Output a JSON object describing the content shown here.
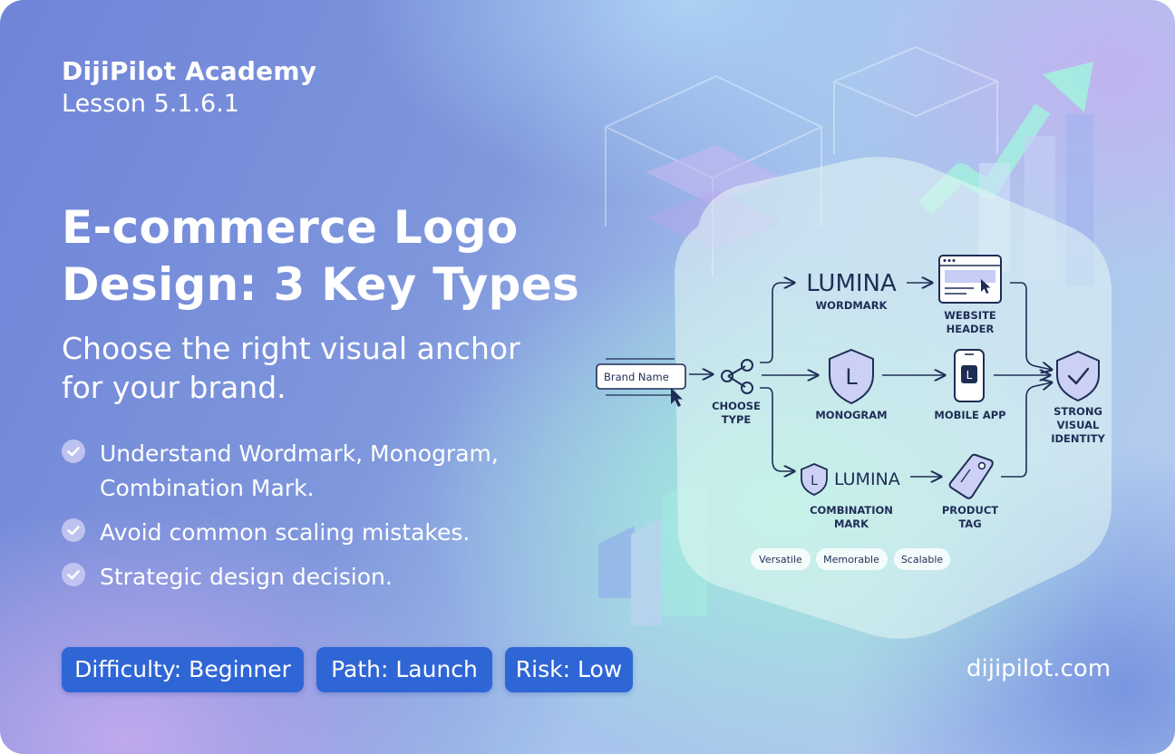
{
  "header": {
    "brand": "DijiPilot Academy",
    "lesson": "Lesson 5.1.6.1"
  },
  "title": {
    "line1": "E-commerce Logo",
    "line2": "Design: 3 Key Types"
  },
  "subtitle": {
    "line1": "Choose the right visual anchor",
    "line2": "for your brand."
  },
  "bullets": [
    {
      "lines": [
        "Understand Wordmark, Monogram,",
        "Combination Mark."
      ]
    },
    {
      "lines": [
        "Avoid common scaling mistakes."
      ]
    },
    {
      "lines": [
        "Strategic design decision."
      ]
    }
  ],
  "badges": [
    {
      "label": "Difficulty: Beginner"
    },
    {
      "label": "Path: Launch"
    },
    {
      "label": "Risk: Low"
    }
  ],
  "footer": {
    "site": "dijipilot.com"
  },
  "diagram": {
    "input_label": "Brand Name",
    "choose_type": [
      "CHOOSE",
      "TYPE"
    ],
    "wordmark": {
      "logo_text": "LUMINA",
      "label": "WORDMARK"
    },
    "monogram": {
      "letter": "L",
      "label": "MONOGRAM"
    },
    "combination": {
      "letter": "L",
      "logo_text": "LUMINA",
      "label": [
        "COMBINATION",
        "MARK"
      ]
    },
    "website_header": [
      "WEBSITE",
      "HEADER"
    ],
    "mobile_app": {
      "letter": "L",
      "label": "MOBILE APP"
    },
    "product_tag": [
      "PRODUCT",
      "TAG"
    ],
    "result": [
      "STRONG",
      "VISUAL",
      "IDENTITY"
    ],
    "tags": [
      "Versatile",
      "Memorable",
      "Scalable"
    ]
  },
  "colors": {
    "badge_bg": "#2f66d6",
    "ink": "#1f2d55",
    "panel": "#d9f3ef"
  },
  "icons": [
    "check-circle-icon",
    "share-icon",
    "shield-icon",
    "browser-window-icon",
    "smartphone-icon",
    "price-tag-icon",
    "shield-check-icon",
    "cursor-icon",
    "trend-arrow-icon"
  ]
}
